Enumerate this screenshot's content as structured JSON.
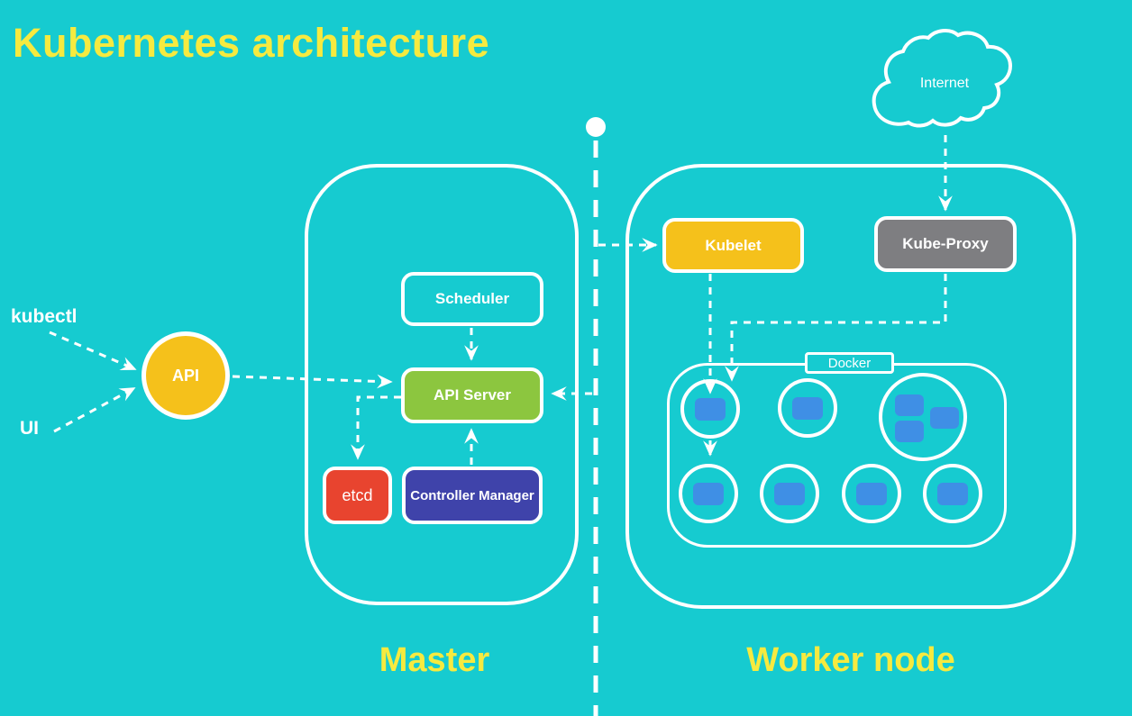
{
  "title": "Kubernetes architecture",
  "colors": {
    "background": "#16CBD0",
    "title_yellow": "#F6EA3F",
    "node_yellow": "#F5C11B",
    "api_server_green": "#8CC63F",
    "etcd_red": "#E8442F",
    "controller_indigo": "#3F43AA",
    "kube_proxy_gray": "#7E7E81",
    "container_blue": "#3F8FE5"
  },
  "clients": {
    "kubectl": "kubectl",
    "ui": "UI",
    "api": "API"
  },
  "internet": {
    "label": "Internet"
  },
  "master": {
    "label": "Master",
    "scheduler": "Scheduler",
    "api_server": "API Server",
    "etcd": "etcd",
    "controller_manager": "Controller Manager"
  },
  "worker": {
    "label": "Worker node",
    "kubelet": "Kubelet",
    "kube_proxy": "Kube-Proxy",
    "docker": {
      "label": "Docker",
      "pods_top_row_container_counts": [
        1,
        1,
        3
      ],
      "pods_bottom_row_container_counts": [
        1,
        1,
        1,
        1
      ]
    }
  }
}
